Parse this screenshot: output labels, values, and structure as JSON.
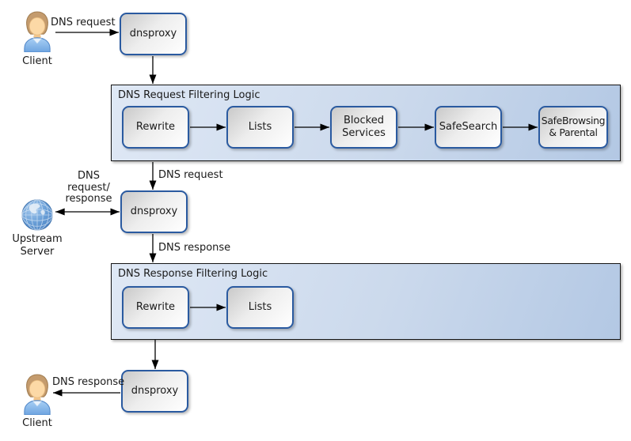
{
  "nodes": {
    "client_top": {
      "label": "Client"
    },
    "proxy_top": {
      "label": "dnsproxy"
    },
    "upstream_server": {
      "label": "Upstream Server"
    },
    "proxy_middle": {
      "label": "dnsproxy"
    },
    "proxy_bottom": {
      "label": "dnsproxy"
    },
    "client_bottom": {
      "label": "Client"
    }
  },
  "containers": {
    "request_filtering": {
      "title": "DNS Request Filtering Logic",
      "steps": [
        "Rewrite",
        "Lists",
        "Blocked Services",
        "SafeSearch",
        "SafeBrowsing & Parental"
      ]
    },
    "response_filtering": {
      "title": "DNS Response Filtering Logic",
      "steps": [
        "Rewrite",
        "Lists"
      ]
    }
  },
  "edge_labels": {
    "client_to_proxy": "DNS request",
    "request_to_proxy_middle": "DNS request",
    "upstream_exchange_lines": [
      "DNS",
      "request/",
      "response"
    ],
    "response_to_filter": "DNS response",
    "proxy_to_client": "DNS response"
  },
  "colors": {
    "node_border": "#2a5aa0",
    "node_gradient_start": "#c9c9c9",
    "node_gradient_end": "#ffffff",
    "container_gradient_start": "#dfe8f5",
    "container_gradient_end": "#b3c8e4",
    "container_border": "#151515",
    "arrow": "#000000",
    "globe_blue": "#5d96d2",
    "shirt_blue": "#85b9ef",
    "hair_tan": "#c49b6d",
    "skin_tone": "#fcd9a6"
  }
}
